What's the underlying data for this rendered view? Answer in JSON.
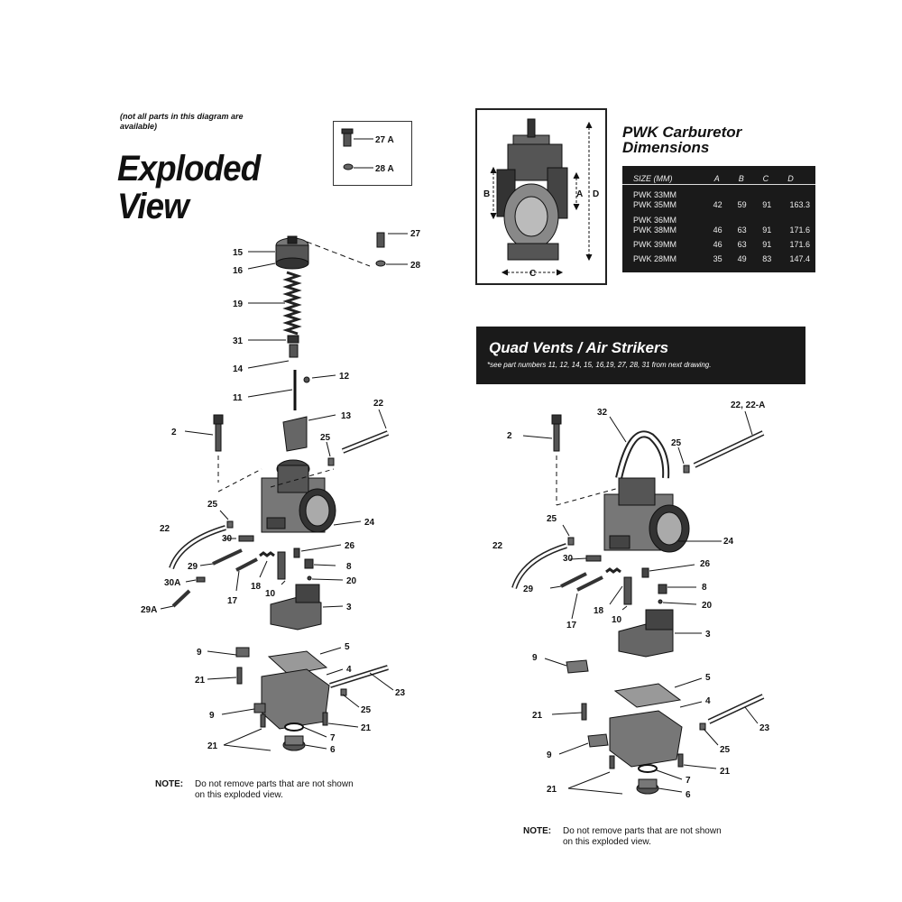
{
  "left_panel": {
    "availability_note": "(not all parts in this diagram are available)",
    "title_line1": "Exploded",
    "title_line2": "View",
    "note_label": "NOTE:",
    "note_text_line1": "Do not remove parts that are not shown",
    "note_text_line2": "on this exploded view."
  },
  "dimensions": {
    "title_line1": "PWK Carburetor",
    "title_line2": "Dimensions",
    "headers": [
      "SIZE (MM)",
      "A",
      "B",
      "C",
      "D"
    ],
    "rows": [
      [
        "PWK 33MM",
        "",
        "",
        "",
        ""
      ],
      [
        "PWK 35MM",
        "42",
        "59",
        "91",
        "163.3"
      ],
      [
        "PWK 36MM",
        "",
        "",
        "",
        ""
      ],
      [
        "PWK 38MM",
        "46",
        "63",
        "91",
        "171.6"
      ],
      [
        "PWK 39MM",
        "46",
        "63",
        "91",
        "171.6"
      ],
      [
        "PWK 28MM",
        "35",
        "49",
        "83",
        "147.4"
      ]
    ],
    "figure_labels": [
      "A",
      "B",
      "C",
      "D"
    ]
  },
  "quad": {
    "title": "Quad Vents / Air Strikers",
    "subtitle": "*see part numbers 11, 12, 14, 15, 16,19, 27, 28, 31 from next drawing.",
    "note_label": "NOTE:",
    "note_text_line1": "Do not remove parts that are not shown",
    "note_text_line2": "on this exploded view."
  },
  "left_callouts": [
    "27 A",
    "28 A",
    "27",
    "15",
    "16",
    "28",
    "19",
    "31",
    "14",
    "12",
    "11",
    "22",
    "2",
    "13",
    "25",
    "25",
    "24",
    "22",
    "30",
    "26",
    "29",
    "8",
    "30A",
    "18",
    "20",
    "17",
    "10",
    "29A",
    "3",
    "9",
    "5",
    "21",
    "4",
    "23",
    "9",
    "25",
    "21",
    "21",
    "7",
    "6"
  ],
  "right_callouts": [
    "32",
    "22, 22-A",
    "2",
    "25",
    "25",
    "22",
    "24",
    "30",
    "26",
    "29",
    "8",
    "17",
    "18",
    "10",
    "20",
    "3",
    "9",
    "5",
    "21",
    "4",
    "23",
    "9",
    "25",
    "21",
    "21",
    "7",
    "6"
  ]
}
